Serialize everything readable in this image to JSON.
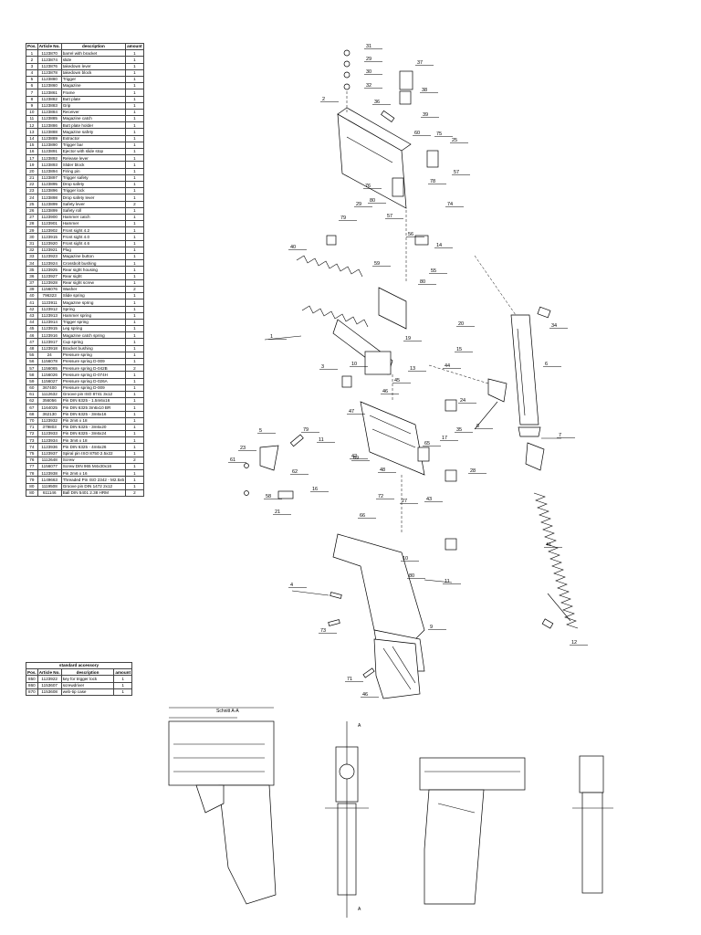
{
  "parts_table": {
    "headers": [
      "Pos.",
      "Article No.",
      "description",
      "amount"
    ],
    "rows": [
      [
        "1",
        "1123870",
        "barrel with bracket",
        "1"
      ],
      [
        "2",
        "1123874",
        "slide",
        "1"
      ],
      [
        "3",
        "1123876",
        "takedown lever",
        "1"
      ],
      [
        "4",
        "1123878",
        "takedown block",
        "1"
      ],
      [
        "5",
        "1123880",
        "Trigger",
        "1"
      ],
      [
        "6",
        "1123860",
        "Magazine",
        "1"
      ],
      [
        "7",
        "1123861",
        "Frame",
        "1"
      ],
      [
        "8",
        "1123882",
        "Butt plate",
        "1"
      ],
      [
        "9",
        "1123883",
        "Grip",
        "1"
      ],
      [
        "10",
        "1123884",
        "Receiver",
        "1"
      ],
      [
        "11",
        "1123885",
        "Magazine catch",
        "1"
      ],
      [
        "12",
        "1123886",
        "Butt plate holder",
        "1"
      ],
      [
        "13",
        "1123888",
        "Magazine safety",
        "1"
      ],
      [
        "14",
        "1123889",
        "Extractor",
        "1"
      ],
      [
        "15",
        "1123890",
        "Trigger bar",
        "1"
      ],
      [
        "16",
        "1123891",
        "Ejector with slide stop",
        "1"
      ],
      [
        "17",
        "1123892",
        "Release lever",
        "1"
      ],
      [
        "19",
        "1123893",
        "Slider block",
        "1"
      ],
      [
        "20",
        "1123894",
        "Firing pin",
        "1"
      ],
      [
        "21",
        "1123897",
        "Trigger safety",
        "1"
      ],
      [
        "22",
        "1123895",
        "Drop safety",
        "1"
      ],
      [
        "23",
        "1123896",
        "Trigger lock",
        "1"
      ],
      [
        "24",
        "1123898",
        "Drop safety lever",
        "1"
      ],
      [
        "25",
        "1123899",
        "Safety lever",
        "2"
      ],
      [
        "26",
        "1123899",
        "Safety roll",
        "1"
      ],
      [
        "27",
        "1123900",
        "Hammer catch",
        "1"
      ],
      [
        "28",
        "1123901",
        "Hammer",
        "1"
      ],
      [
        "29",
        "1123902",
        "Front sight 4.2",
        "1"
      ],
      [
        "30",
        "1123915",
        "Front sight 4.0",
        "1"
      ],
      [
        "31",
        "1123920",
        "Front sight 4.6",
        "1"
      ],
      [
        "32",
        "1123921",
        "Plug",
        "1"
      ],
      [
        "33",
        "1123923",
        "Magazine button",
        "1"
      ],
      [
        "34",
        "1123924",
        "Crossbolt bushing",
        "1"
      ],
      [
        "35",
        "1123925",
        "Rear sight housing",
        "1"
      ],
      [
        "36",
        "1123927",
        "Rear sight",
        "1"
      ],
      [
        "37",
        "1123928",
        "Rear sight screw",
        "1"
      ],
      [
        "39",
        "1156076",
        "Washer",
        "2"
      ],
      [
        "40",
        "796323",
        "Slide spring",
        "1"
      ],
      [
        "41",
        "1123911",
        "Magazine spring",
        "1"
      ],
      [
        "42",
        "1123912",
        "Spring",
        "1"
      ],
      [
        "43",
        "1123913",
        "Hammer spring",
        "1"
      ],
      [
        "44",
        "1123914",
        "Trigger spring",
        "1"
      ],
      [
        "45",
        "1123915",
        "Leg spring",
        "1"
      ],
      [
        "46",
        "1123916",
        "Magazine catch spring",
        "1"
      ],
      [
        "47",
        "1123917",
        "Cup spring",
        "1"
      ],
      [
        "48",
        "1123918",
        "Bracket bushing",
        "1"
      ],
      [
        "55",
        "24",
        "Pressure spring",
        "1"
      ],
      [
        "56",
        "1156078",
        "Pressure spring D-009",
        "1"
      ],
      [
        "57",
        "1156065",
        "Pressure spring D-042B",
        "2"
      ],
      [
        "58",
        "1156026",
        "Pressure spring D-074H",
        "1"
      ],
      [
        "59",
        "1156027",
        "Pressure spring D-026A",
        "1"
      ],
      [
        "60",
        "367400",
        "Pressure spring D-009",
        "1"
      ],
      [
        "61",
        "1112632",
        "Groove pin ISO 8741 3x12",
        "1"
      ],
      [
        "62",
        "356056",
        "Pin DIN 6325 - 1.5m6x16",
        "1"
      ],
      [
        "67",
        "1164025",
        "Pin DIN 6325 3m6x10 BR",
        "1"
      ],
      [
        "68",
        "362130",
        "Pin DIN 6325 - 3m6x16",
        "1"
      ],
      [
        "70",
        "1123932",
        "Pin 2m6 x 18",
        "1"
      ],
      [
        "71",
        "379803",
        "Pin DIN 6325 - 3m6x20",
        "1"
      ],
      [
        "72",
        "1123933",
        "Pin DIN 6325 - 3m6x24",
        "1"
      ],
      [
        "73",
        "1123934",
        "Pin 3m6 x 18",
        "1"
      ],
      [
        "74",
        "1123936",
        "Pin DIN 6325 - 4m6x26",
        "1"
      ],
      [
        "75",
        "1123937",
        "Spiral pin ISO 8750 2.5x22",
        "1"
      ],
      [
        "76",
        "1112648",
        "Screw",
        "2"
      ],
      [
        "77",
        "1156077",
        "Screw DIN 965 M4x30x16",
        "1"
      ],
      [
        "78",
        "1123938",
        "Pin 2m6 x 16",
        "1"
      ],
      [
        "79",
        "1149663",
        "Threaded Pin ISO 2342 - M2.5x5",
        "1"
      ],
      [
        "80",
        "1119508",
        "Groove pin DIN 1472 2x12",
        "1"
      ],
      [
        "80",
        "611146",
        "Ball DIN 5401 2.38 HRM",
        "2"
      ]
    ]
  },
  "accessory_table": {
    "title": "standard accessory",
    "headers": [
      "Pos.",
      "Article No.",
      "description",
      "amount"
    ],
    "rows": [
      [
        "850",
        "1123922",
        "key for trigger lock",
        "1"
      ],
      [
        "860",
        "1153607",
        "screwdriver",
        "1"
      ],
      [
        "870",
        "1153608",
        "web-tip case",
        "1"
      ]
    ]
  },
  "diagram": {
    "callouts": [
      "31",
      "29",
      "30",
      "32",
      "37",
      "38",
      "2",
      "36",
      "39",
      "60",
      "75",
      "25",
      "57",
      "78",
      "74",
      "76",
      "80",
      "29",
      "79",
      "57",
      "14",
      "40",
      "59",
      "56",
      "55",
      "80",
      "1",
      "20",
      "34",
      "6",
      "19",
      "15",
      "3",
      "10",
      "13",
      "45",
      "24",
      "46",
      "47",
      "35",
      "17",
      "44",
      "8",
      "5",
      "23",
      "61",
      "79",
      "11",
      "42",
      "69",
      "65",
      "7",
      "28",
      "58",
      "21",
      "62",
      "16",
      "27",
      "43",
      "48",
      "66",
      "72",
      "41",
      "4",
      "10",
      "80",
      "11",
      "73",
      "9",
      "71",
      "12",
      "46"
    ],
    "section_title": "Schnitt A-A",
    "section_marker": "A"
  }
}
